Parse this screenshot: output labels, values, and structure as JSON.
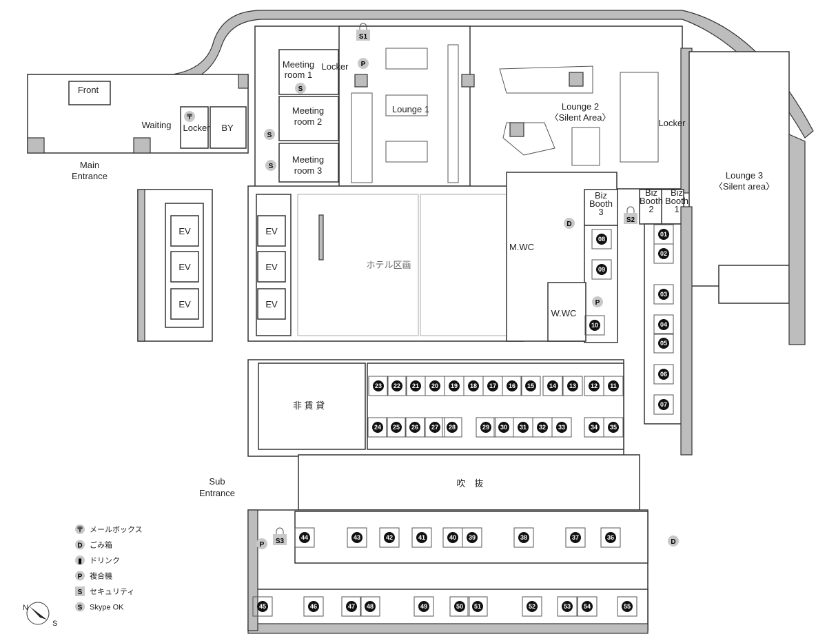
{
  "rooms": {
    "front": "Front",
    "waiting": "Waiting",
    "locker_entrance": "Locker",
    "by": "BY",
    "main_entrance_1": "Main",
    "main_entrance_2": "Entrance",
    "meeting1_1": "Meeting",
    "meeting1_2": "room 1",
    "locker_meeting": "Locker",
    "meeting2_1": "Meeting",
    "meeting2_2": "room 2",
    "meeting3_1": "Meeting",
    "meeting3_2": "room 3",
    "lounge1": "Lounge 1",
    "lounge2_1": "Lounge 2",
    "lounge2_2": "〈Silent Area〉",
    "locker_lounge": "Locker",
    "lounge3_1": "Lounge 3",
    "lounge3_2": "〈Silent area〉",
    "biz_booth": "Biz",
    "booth": "Booth",
    "booth3": "3",
    "booth2": "2",
    "booth1": "1",
    "ev": "EV",
    "hotel": "ホテル区画",
    "mwc": "M.WC",
    "wwc": "W.WC",
    "non_rental": "非 賃 貸",
    "atrium": "吹　抜",
    "sub_entrance_1": "Sub",
    "sub_entrance_2": "Entrance"
  },
  "markers": {
    "s1": "S1",
    "s2": "S2",
    "s3": "S3",
    "p": "P",
    "d": "D",
    "skype": "S",
    "mail": "〒"
  },
  "desks": [
    "01",
    "02",
    "03",
    "04",
    "05",
    "06",
    "07",
    "08",
    "09",
    "10",
    "11",
    "12",
    "13",
    "14",
    "15",
    "16",
    "17",
    "18",
    "19",
    "20",
    "21",
    "22",
    "23",
    "24",
    "25",
    "26",
    "27",
    "28",
    "29",
    "30",
    "31",
    "32",
    "33",
    "34",
    "35",
    "36",
    "37",
    "38",
    "39",
    "40",
    "41",
    "42",
    "43",
    "44",
    "45",
    "46",
    "47",
    "48",
    "49",
    "50",
    "51",
    "52",
    "53",
    "54",
    "55"
  ],
  "legend": [
    {
      "icon": "〒",
      "label": "メールボックス"
    },
    {
      "icon": "D",
      "label": "ごみ箱"
    },
    {
      "icon": "▮",
      "label": "ドリンク"
    },
    {
      "icon": "P",
      "label": "複合機"
    },
    {
      "icon": "S",
      "label": "セキュリティ"
    },
    {
      "icon": "S",
      "label": "Skype OK"
    }
  ],
  "compass": {
    "n": "N",
    "s": "S"
  },
  "colors": {
    "wall": "#bdbdbd",
    "desk_marker": "#111111",
    "icon_bg": "#c8c8c8"
  }
}
